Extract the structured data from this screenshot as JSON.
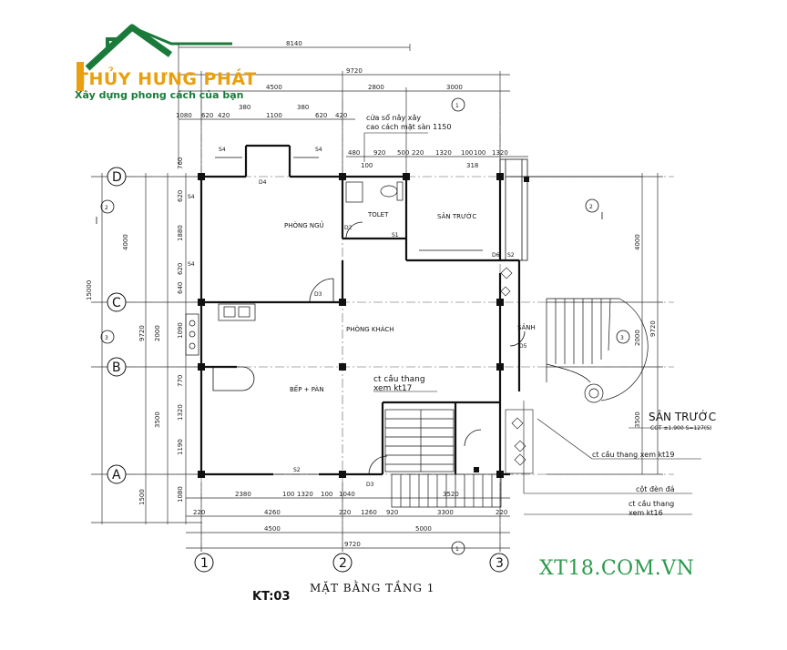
{
  "logo": {
    "name": "THỦY HƯNG PHÁT",
    "tagline": "Xây dựng phong cách của bạn",
    "primary_color": "#1a7a3a",
    "accent_color": "#e8a010"
  },
  "watermark": "XT18.COM.VN",
  "drawing": {
    "code": "KT:03",
    "title": "MẶT BẰNG TẦNG 1"
  },
  "grid": {
    "columns": [
      "1",
      "2",
      "3"
    ],
    "rows": [
      "D",
      "C",
      "B",
      "A"
    ]
  },
  "dimensions_top": {
    "overall": "8140",
    "total": "9720",
    "spans": [
      "4500",
      "2800",
      "3000"
    ],
    "top_detail": [
      "1080",
      "620",
      "420",
      "380",
      "1100",
      "380",
      "620",
      "420"
    ],
    "upper_row": [
      "480",
      "920",
      "500",
      "220",
      "1320",
      "100",
      "100",
      "1320"
    ],
    "misc": [
      "380",
      "380",
      "100",
      "100",
      "100",
      "100",
      "318"
    ]
  },
  "dimensions_bottom": {
    "row1": [
      "2380",
      "100",
      "1320",
      "100",
      "1040",
      "3520"
    ],
    "row2": [
      "220",
      "4260",
      "220",
      "1260",
      "920",
      "3300",
      "220"
    ],
    "row3": [
      "4500",
      "5000"
    ],
    "total": "9720"
  },
  "dimensions_left": {
    "overall": "15000",
    "spans": [
      "4000",
      "2000",
      "3500",
      "1500"
    ],
    "detail": [
      "760",
      "620",
      "1880",
      "620",
      "640",
      "1090",
      "770",
      "1320",
      "1190",
      "1080"
    ],
    "total": "9720"
  },
  "dimensions_right": {
    "spans": [
      "4000",
      "2000",
      "3500"
    ],
    "total": "9720"
  },
  "rooms": {
    "bedroom": "PHÒNG NGỦ",
    "toilet": "TOLET",
    "front_yard_top": "SÂN TRƯỚC",
    "living": "PHÒNG KHÁCH",
    "lobby": "SẢNH",
    "kitchen": "BẾP + PÀN",
    "front_yard_big": "SÂN TRƯỚC",
    "front_yard_level": "COT ±1.900 S=127(S)"
  },
  "annotations": {
    "window_note_1": "cửa sổ nây xây",
    "window_note_2": "cao cách mặt sàn 1150",
    "stair_ref_1a": "ct cầu thang",
    "stair_ref_1b": "xem kt17",
    "stair_ref_2": "ct cầu thang xem kt19",
    "lamp_post": "cột đèn đá",
    "stair_ref_3a": "ct cầu thang",
    "stair_ref_3b": "xem kt16"
  },
  "openings": {
    "s4": "S4",
    "d4": "D4",
    "d2": "D2",
    "d3": "D3",
    "d5": "D5",
    "d6": "D6",
    "s2": "S2",
    "s1": "S1"
  }
}
